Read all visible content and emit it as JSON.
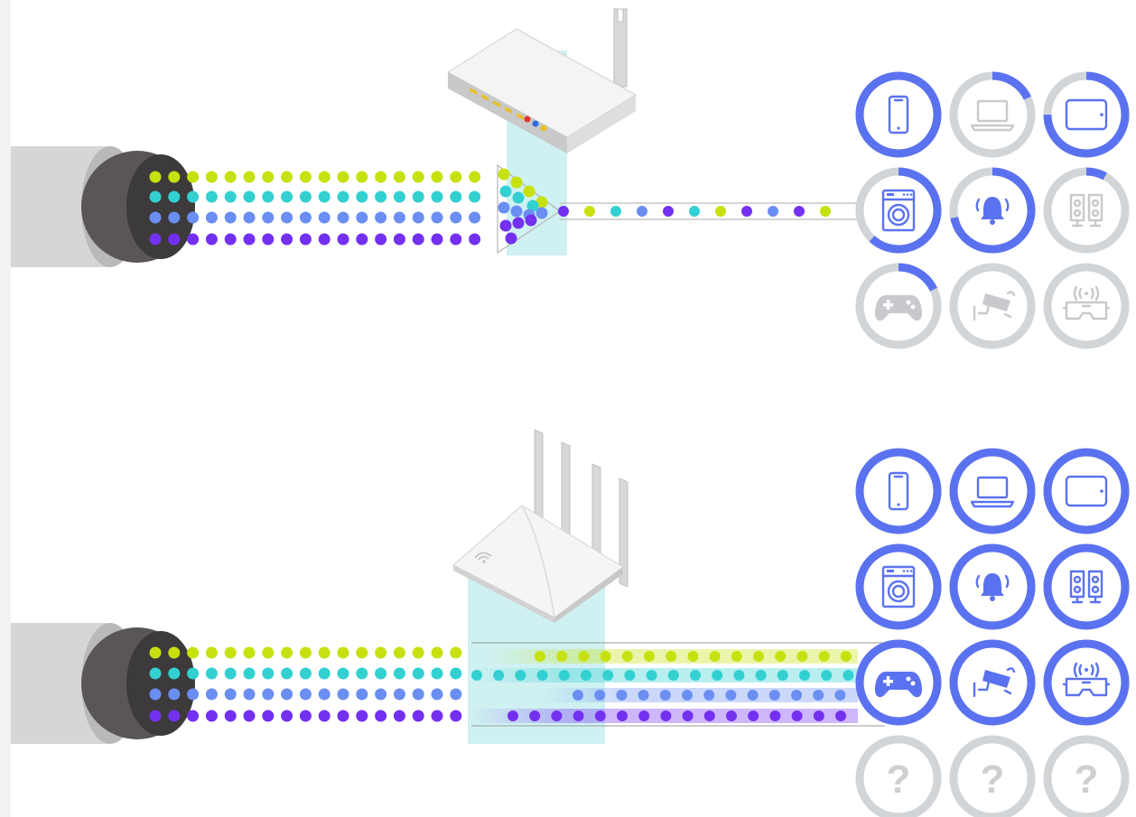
{
  "colors": {
    "accent": "#5b72f0",
    "ring_inactive": "#d2d5d8",
    "icon_inactive": "#c7c9cc",
    "stream_green": "#c6e10f",
    "stream_cyan": "#33d0d2",
    "stream_blue": "#6a8ef2",
    "stream_purple": "#7430f0",
    "beam": "#c7eef0",
    "cable_jacket": "#d6d6d6",
    "cable_core": "#5a5656"
  },
  "panels": [
    {
      "name": "legacy-router",
      "router_type": "single-antenna",
      "output": "merged-single-stream",
      "devices": [
        {
          "icon": "smartphone-icon",
          "ring_fill": 1.0
        },
        {
          "icon": "laptop-icon",
          "ring_fill": 0.18
        },
        {
          "icon": "tablet-icon",
          "ring_fill": 0.75
        },
        {
          "icon": "washing-machine-icon",
          "ring_fill": 0.62
        },
        {
          "icon": "alarm-bell-icon",
          "ring_fill": 0.72
        },
        {
          "icon": "speaker-icon",
          "ring_fill": 0.08
        },
        {
          "icon": "gamepad-icon",
          "ring_fill": 0.18
        },
        {
          "icon": "security-camera-icon",
          "ring_fill": 0.0
        },
        {
          "icon": "vr-headset-icon",
          "ring_fill": 0.0
        }
      ]
    },
    {
      "name": "multi-antenna-router",
      "router_type": "four-antenna",
      "output": "parallel-streams",
      "devices": [
        {
          "icon": "smartphone-icon",
          "ring_fill": 1.0
        },
        {
          "icon": "laptop-icon",
          "ring_fill": 1.0
        },
        {
          "icon": "tablet-icon",
          "ring_fill": 1.0
        },
        {
          "icon": "washing-machine-icon",
          "ring_fill": 1.0
        },
        {
          "icon": "alarm-bell-icon",
          "ring_fill": 1.0
        },
        {
          "icon": "speaker-icon",
          "ring_fill": 1.0
        },
        {
          "icon": "gamepad-icon",
          "ring_fill": 1.0
        },
        {
          "icon": "security-camera-icon",
          "ring_fill": 1.0
        },
        {
          "icon": "vr-headset-icon",
          "ring_fill": 1.0
        },
        {
          "icon": "unknown-device-icon",
          "ring_fill": 0.0,
          "label": "?"
        },
        {
          "icon": "unknown-device-icon",
          "ring_fill": 0.0,
          "label": "?"
        },
        {
          "icon": "unknown-device-icon",
          "ring_fill": 0.0,
          "label": "?"
        }
      ]
    }
  ],
  "merged_sequence": [
    "purple",
    "green",
    "cyan",
    "blue",
    "purple",
    "cyan",
    "green",
    "purple",
    "blue",
    "purple",
    "green"
  ]
}
